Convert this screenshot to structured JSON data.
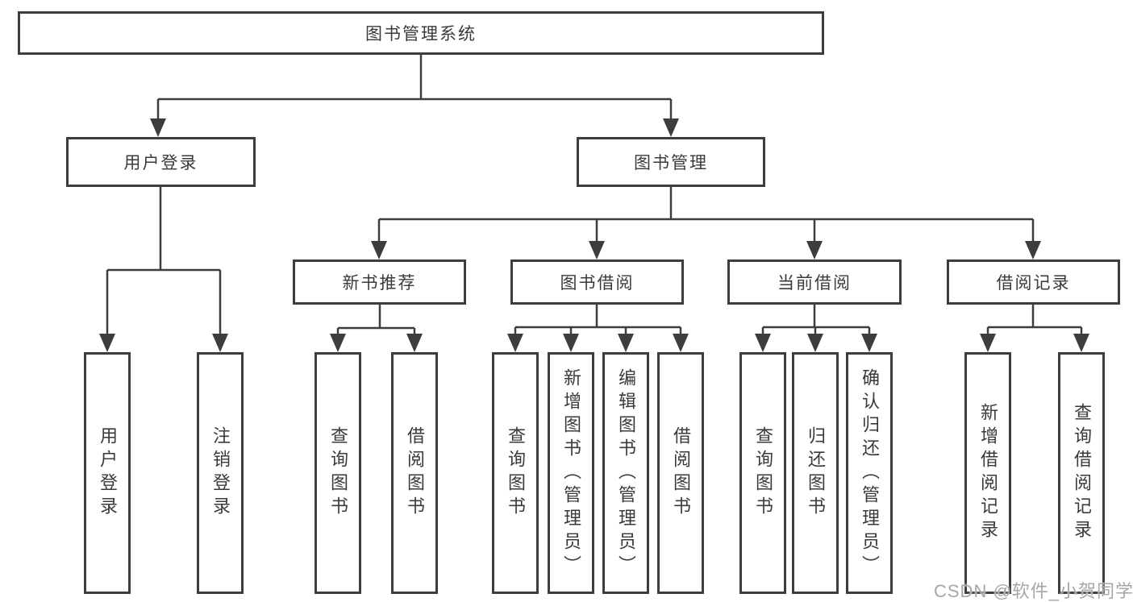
{
  "page": {
    "watermark": "CSDN @软件_小贺同学",
    "colors": {
      "line": "#3d3d3d",
      "box_border": "#3d3d3d",
      "text": "#3a3a3a",
      "background": "#ffffff",
      "watermark": "#a6a6a6"
    }
  },
  "tree": {
    "label": "图书管理系统",
    "children": [
      {
        "label": "用户登录",
        "children": [
          {
            "label": "用户登录"
          },
          {
            "label": "注销登录"
          }
        ]
      },
      {
        "label": "图书管理",
        "children": [
          {
            "label": "新书推荐",
            "children": [
              {
                "label": "查询图书"
              },
              {
                "label": "借阅图书"
              }
            ]
          },
          {
            "label": "图书借阅",
            "children": [
              {
                "label": "查询图书"
              },
              {
                "label": "新增图书（管理员）"
              },
              {
                "label": "编辑图书（管理员）"
              },
              {
                "label": "借阅图书"
              }
            ]
          },
          {
            "label": "当前借阅",
            "children": [
              {
                "label": "查询图书"
              },
              {
                "label": "归还图书"
              },
              {
                "label": "确认归还（管理员）"
              }
            ]
          },
          {
            "label": "借阅记录",
            "children": [
              {
                "label": "新增借阅记录"
              },
              {
                "label": "查询借阅记录"
              }
            ]
          }
        ]
      }
    ]
  }
}
